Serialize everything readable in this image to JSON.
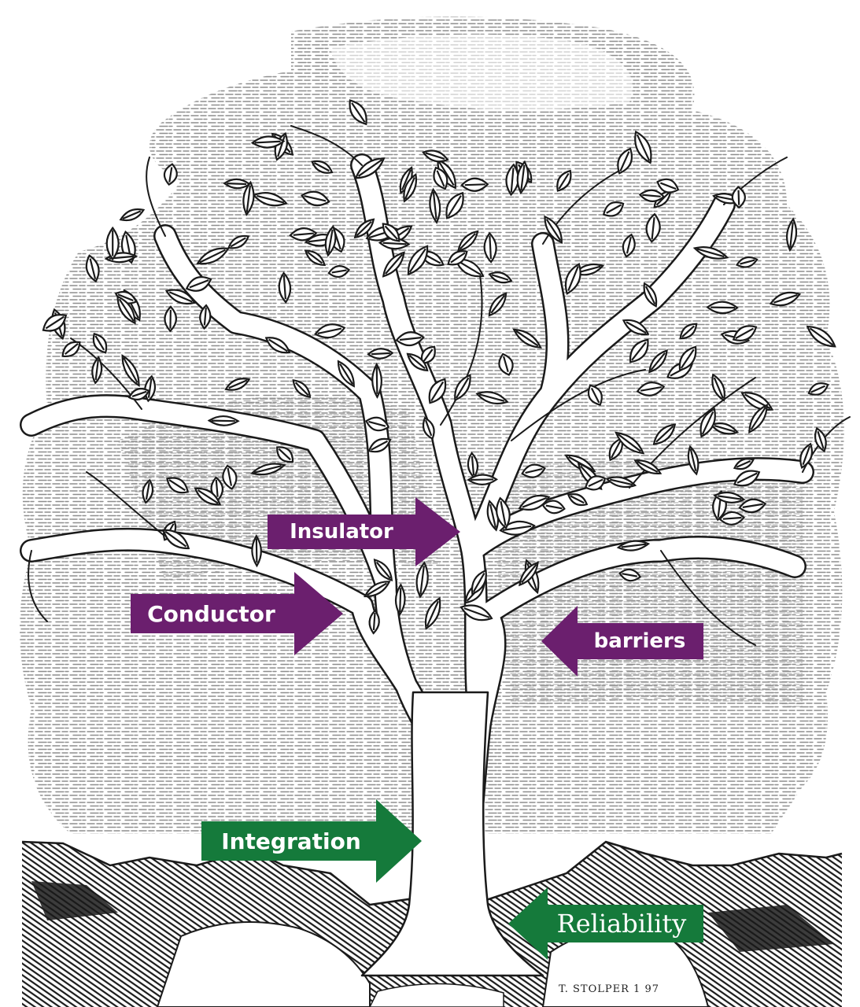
{
  "colors": {
    "purple": "#6b1f6e",
    "green": "#157a3b",
    "ink": "#1a1a1a",
    "sky_ink": "#6e6e6e"
  },
  "labels": {
    "insulator": "Insulator",
    "conductor": "Conductor",
    "barriers": "barriers",
    "integration": "Integration",
    "reliability": "Reliability"
  },
  "signature": "T. STOLPER 1 97",
  "icons": {
    "tree": "tree-drawing",
    "mountains": "mountain-range",
    "arrow_right": "arrow-right-icon",
    "arrow_left": "arrow-left-icon"
  }
}
